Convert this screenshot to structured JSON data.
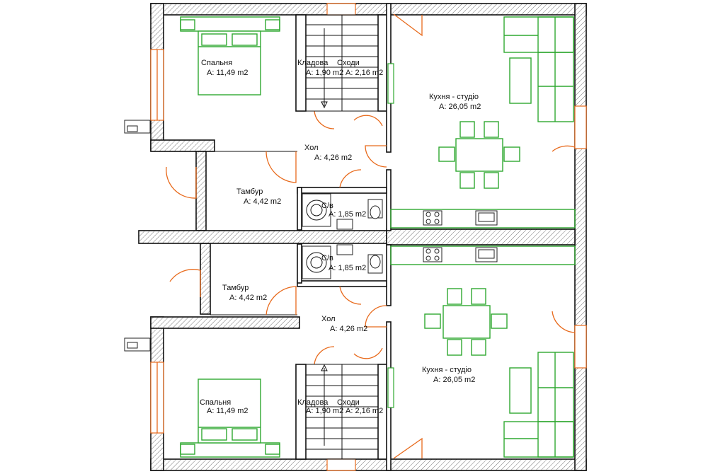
{
  "rooms": {
    "bed_top": {
      "name": "Спальня",
      "area": "A: 11,49 m2"
    },
    "pantry_top": {
      "name": "Кладова",
      "area": "A: 1,90 m2"
    },
    "stairs_top": {
      "name": "Сходи",
      "area": "A: 2,16 m2"
    },
    "kitchen_top": {
      "name": "Кухня - студіо",
      "area": "A: 26,05 m2"
    },
    "hall_top": {
      "name": "Хол",
      "area": "A: 4,26 m2"
    },
    "vest_top": {
      "name": "Тамбур",
      "area": "A: 4,42 m2"
    },
    "wc_top": {
      "name": "С/в",
      "area": "A: 1,85 m2"
    },
    "wc_bot": {
      "name": "С/в",
      "area": "A: 1,85 m2"
    },
    "vest_bot": {
      "name": "Тамбур",
      "area": "A: 4,42 m2"
    },
    "hall_bot": {
      "name": "Хол",
      "area": "A: 4,26 m2"
    },
    "kitchen_bot": {
      "name": "Кухня - студіо",
      "area": "A: 26,05 m2"
    },
    "bed_bot": {
      "name": "Спальня",
      "area": "A: 11,49 m2"
    },
    "pantry_bot": {
      "name": "Кладова",
      "area": "A: 1,90 m2"
    },
    "stairs_bot": {
      "name": "Сходи",
      "area": "A: 2,16 m2"
    }
  },
  "colors": {
    "wall": "#111111",
    "door": "#e86a1c",
    "furniture": "#2fa830",
    "background": "#ffffff"
  }
}
